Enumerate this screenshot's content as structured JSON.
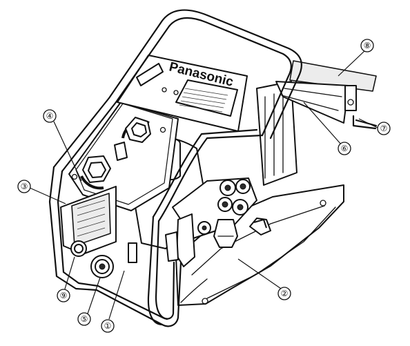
{
  "brand_label": "Panasonic",
  "callouts": [
    {
      "id": "1",
      "label": "①"
    },
    {
      "id": "2",
      "label": "②"
    },
    {
      "id": "3",
      "label": "③"
    },
    {
      "id": "4",
      "label": "④"
    },
    {
      "id": "5",
      "label": "⑤"
    },
    {
      "id": "6",
      "label": "⑥"
    },
    {
      "id": "7",
      "label": "⑦"
    },
    {
      "id": "8",
      "label": "⑧"
    },
    {
      "id": "9",
      "label": "⑨"
    }
  ]
}
